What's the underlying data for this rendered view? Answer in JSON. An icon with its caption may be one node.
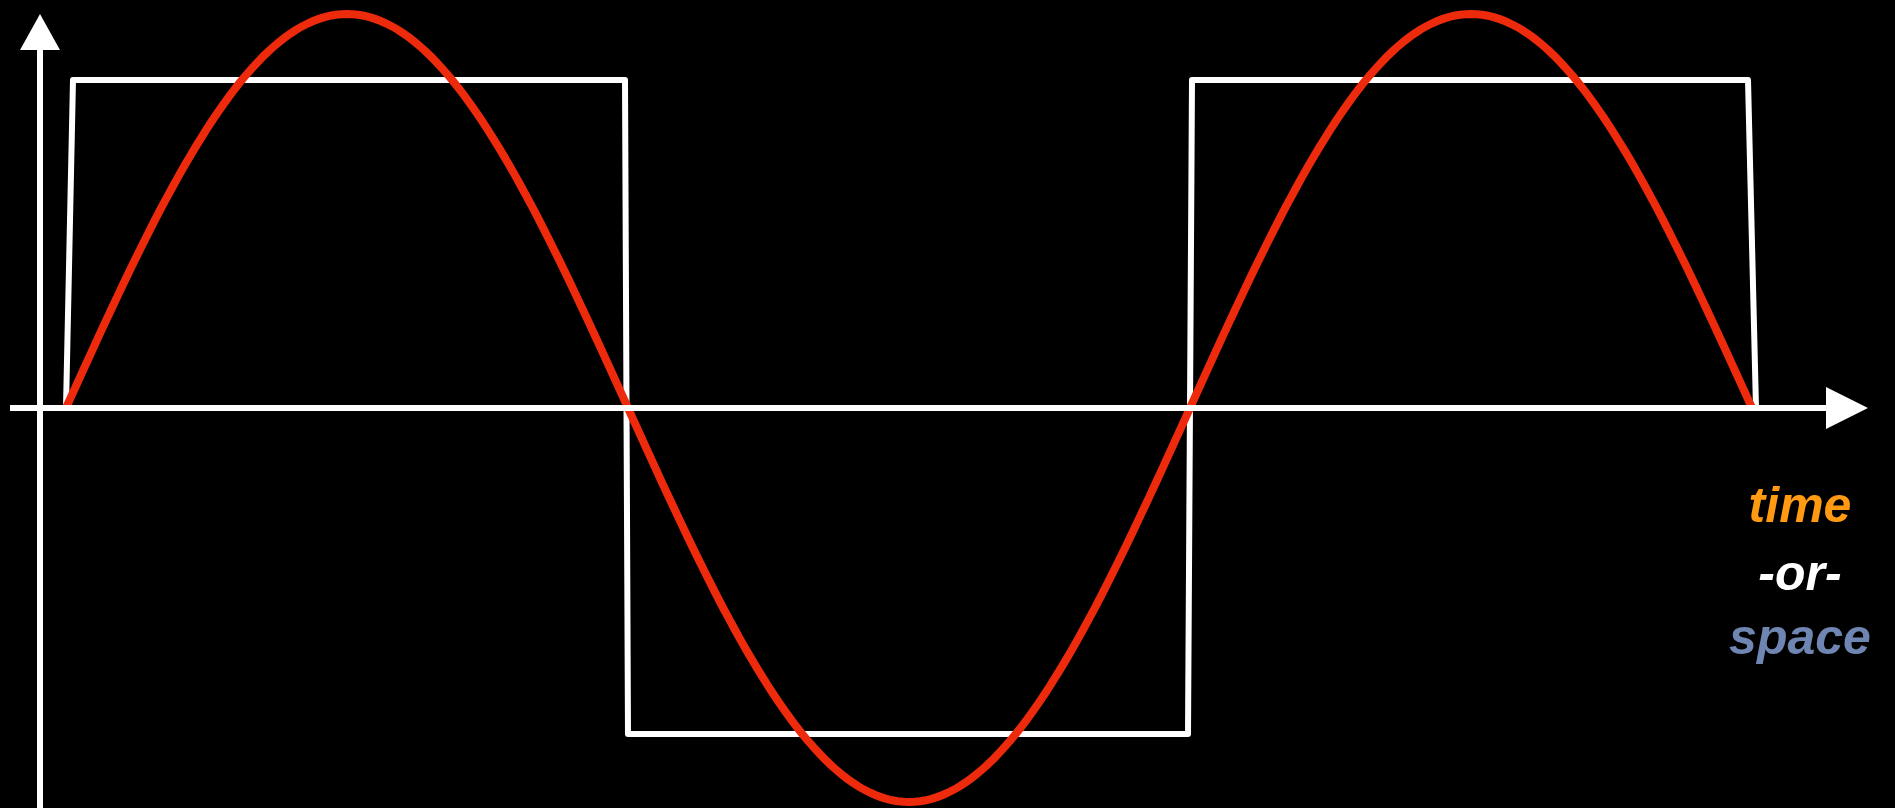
{
  "diagram": {
    "labels": [
      "time",
      "-or-",
      "space"
    ]
  }
}
